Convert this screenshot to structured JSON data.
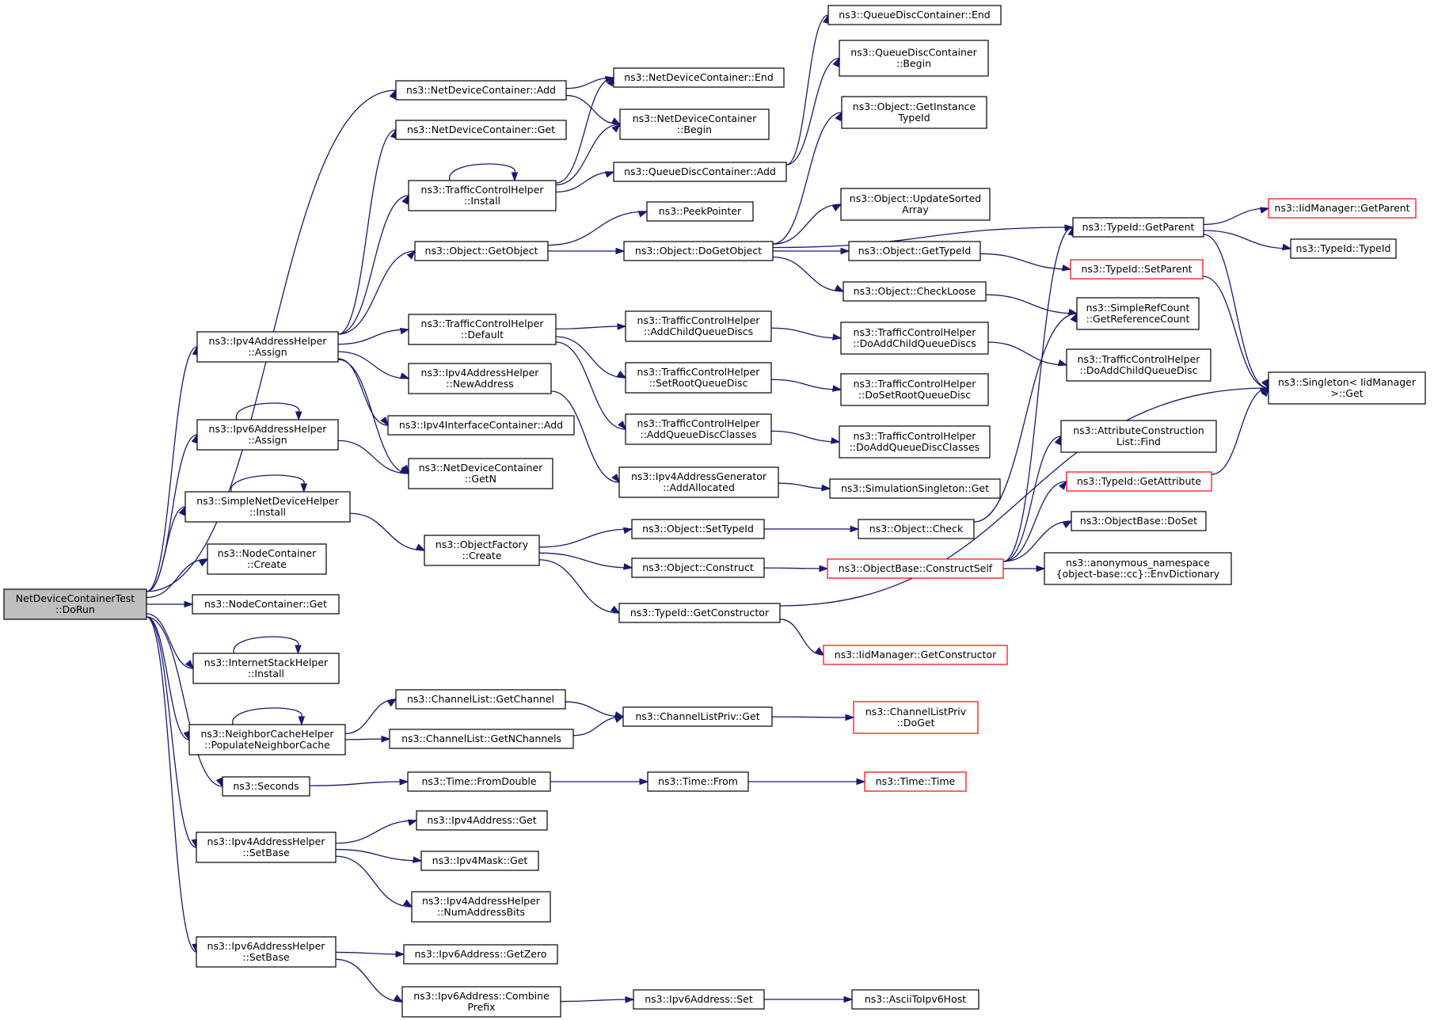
{
  "colors": {
    "edge": "#191970",
    "node_border": "#000000",
    "truncated_border": "#ff0000",
    "root_fill": "#bfbfbf"
  },
  "nodes": [
    {
      "id": "root",
      "lines": [
        "NetDeviceContainerTest",
        "::DoRun"
      ],
      "style": "root"
    },
    {
      "id": "ndc_add",
      "lines": [
        "ns3::NetDeviceContainer::Add"
      ]
    },
    {
      "id": "ndc_get",
      "lines": [
        "ns3::NetDeviceContainer::Get"
      ]
    },
    {
      "id": "tch_install",
      "lines": [
        "ns3::TrafficControlHelper",
        "::Install"
      ]
    },
    {
      "id": "obj_getobject",
      "lines": [
        "ns3::Object::GetObject"
      ]
    },
    {
      "id": "ipv4ah_assign",
      "lines": [
        "ns3::Ipv4AddressHelper",
        "::Assign"
      ]
    },
    {
      "id": "tch_default",
      "lines": [
        "ns3::TrafficControlHelper",
        "::Default"
      ]
    },
    {
      "id": "ipv4ah_newaddr",
      "lines": [
        "ns3::Ipv4AddressHelper",
        "::NewAddress"
      ]
    },
    {
      "id": "ipv4ic_add",
      "lines": [
        "ns3::Ipv4InterfaceContainer::Add"
      ]
    },
    {
      "id": "ipv6ah_assign",
      "lines": [
        "ns3::Ipv6AddressHelper",
        "::Assign"
      ]
    },
    {
      "id": "ndc_getn",
      "lines": [
        "ns3::NetDeviceContainer",
        "::GetN"
      ]
    },
    {
      "id": "sndh_install",
      "lines": [
        "ns3::SimpleNetDeviceHelper",
        "::Install"
      ]
    },
    {
      "id": "of_create",
      "lines": [
        "ns3::ObjectFactory",
        "::Create"
      ]
    },
    {
      "id": "nc_create",
      "lines": [
        "ns3::NodeContainer",
        "::Create"
      ]
    },
    {
      "id": "nc_get",
      "lines": [
        "ns3::NodeContainer::Get"
      ]
    },
    {
      "id": "ish_install",
      "lines": [
        "ns3::InternetStackHelper",
        "::Install"
      ]
    },
    {
      "id": "nch_populate",
      "lines": [
        "ns3::NeighborCacheHelper",
        "::PopulateNeighborCache"
      ]
    },
    {
      "id": "cl_getchannel",
      "lines": [
        "ns3::ChannelList::GetChannel"
      ]
    },
    {
      "id": "cl_getnchannels",
      "lines": [
        "ns3::ChannelList::GetNChannels"
      ]
    },
    {
      "id": "seconds",
      "lines": [
        "ns3::Seconds"
      ]
    },
    {
      "id": "time_fromdouble",
      "lines": [
        "ns3::Time::FromDouble"
      ]
    },
    {
      "id": "ipv4ah_setbase",
      "lines": [
        "ns3::Ipv4AddressHelper",
        "::SetBase"
      ]
    },
    {
      "id": "ipv4addr_get",
      "lines": [
        "ns3::Ipv4Address::Get"
      ]
    },
    {
      "id": "ipv4mask_get",
      "lines": [
        "ns3::Ipv4Mask::Get"
      ]
    },
    {
      "id": "ipv4ah_numbits",
      "lines": [
        "ns3::Ipv4AddressHelper",
        "::NumAddressBits"
      ]
    },
    {
      "id": "ipv6ah_setbase",
      "lines": [
        "ns3::Ipv6AddressHelper",
        "::SetBase"
      ]
    },
    {
      "id": "ipv6addr_getzero",
      "lines": [
        "ns3::Ipv6Address::GetZero"
      ]
    },
    {
      "id": "ipv6addr_combine",
      "lines": [
        "ns3::Ipv6Address::Combine",
        "Prefix"
      ]
    },
    {
      "id": "ndc_end",
      "lines": [
        "ns3::NetDeviceContainer::End"
      ]
    },
    {
      "id": "ndc_begin",
      "lines": [
        "ns3::NetDeviceContainer",
        "::Begin"
      ]
    },
    {
      "id": "qdc_add",
      "lines": [
        "ns3::QueueDiscContainer::Add"
      ]
    },
    {
      "id": "peekpointer",
      "lines": [
        "ns3::PeekPointer"
      ]
    },
    {
      "id": "obj_dogetobject",
      "lines": [
        "ns3::Object::DoGetObject"
      ]
    },
    {
      "id": "tch_addchildqd",
      "lines": [
        "ns3::TrafficControlHelper",
        "::AddChildQueueDiscs"
      ]
    },
    {
      "id": "tch_setrootqd",
      "lines": [
        "ns3::TrafficControlHelper",
        "::SetRootQueueDisc"
      ]
    },
    {
      "id": "tch_addqdclasses",
      "lines": [
        "ns3::TrafficControlHelper",
        "::AddQueueDiscClasses"
      ]
    },
    {
      "id": "ipv4ag_addalloc",
      "lines": [
        "ns3::Ipv4AddressGenerator",
        "::AddAllocated"
      ]
    },
    {
      "id": "obj_settypeid",
      "lines": [
        "ns3::Object::SetTypeId"
      ]
    },
    {
      "id": "obj_construct",
      "lines": [
        "ns3::Object::Construct"
      ]
    },
    {
      "id": "typeid_getctor",
      "lines": [
        "ns3::TypeId::GetConstructor"
      ]
    },
    {
      "id": "clp_get",
      "lines": [
        "ns3::ChannelListPriv::Get"
      ]
    },
    {
      "id": "time_from",
      "lines": [
        "ns3::Time::From"
      ]
    },
    {
      "id": "ipv6addr_set",
      "lines": [
        "ns3::Ipv6Address::Set"
      ]
    },
    {
      "id": "qdc_end",
      "lines": [
        "ns3::QueueDiscContainer::End"
      ]
    },
    {
      "id": "qdc_begin",
      "lines": [
        "ns3::QueueDiscContainer",
        "::Begin"
      ]
    },
    {
      "id": "obj_getinstancetypeid",
      "lines": [
        "ns3::Object::GetInstance",
        "TypeId"
      ]
    },
    {
      "id": "obj_updatesorted",
      "lines": [
        "ns3::Object::UpdateSorted",
        "Array"
      ]
    },
    {
      "id": "obj_gettypeid",
      "lines": [
        "ns3::Object::GetTypeId"
      ]
    },
    {
      "id": "obj_checkloose",
      "lines": [
        "ns3::Object::CheckLoose"
      ]
    },
    {
      "id": "tch_doaddchildqds",
      "lines": [
        "ns3::TrafficControlHelper",
        "::DoAddChildQueueDiscs"
      ]
    },
    {
      "id": "tch_dosetrootqd",
      "lines": [
        "ns3::TrafficControlHelper",
        "::DoSetRootQueueDisc"
      ]
    },
    {
      "id": "tch_doaddqdclasses",
      "lines": [
        "ns3::TrafficControlHelper",
        "::DoAddQueueDiscClasses"
      ]
    },
    {
      "id": "simsingleton_get",
      "lines": [
        "ns3::SimulationSingleton::Get"
      ]
    },
    {
      "id": "obj_check",
      "lines": [
        "ns3::Object::Check"
      ]
    },
    {
      "id": "objbase_constructself",
      "lines": [
        "ns3::ObjectBase::ConstructSelf"
      ],
      "style": "red"
    },
    {
      "id": "iidm_getctor",
      "lines": [
        "ns3::IidManager::GetConstructor"
      ],
      "style": "red"
    },
    {
      "id": "clp_doget",
      "lines": [
        "ns3::ChannelListPriv",
        "::DoGet"
      ],
      "style": "red"
    },
    {
      "id": "time_time",
      "lines": [
        "ns3::Time::Time"
      ],
      "style": "red"
    },
    {
      "id": "asciitoipv6host",
      "lines": [
        "ns3::AsciiToIpv6Host"
      ]
    },
    {
      "id": "typeid_getparent",
      "lines": [
        "ns3::TypeId::GetParent"
      ]
    },
    {
      "id": "typeid_setparent",
      "lines": [
        "ns3::TypeId::SetParent"
      ],
      "style": "red"
    },
    {
      "id": "src_getrefcount",
      "lines": [
        "ns3::SimpleRefCount",
        "::GetReferenceCount"
      ]
    },
    {
      "id": "tch_doaddchildqd",
      "lines": [
        "ns3::TrafficControlHelper",
        "::DoAddChildQueueDisc"
      ]
    },
    {
      "id": "acl_find",
      "lines": [
        "ns3::AttributeConstruction",
        "List::Find"
      ]
    },
    {
      "id": "typeid_getattribute",
      "lines": [
        "ns3::TypeId::GetAttribute"
      ],
      "style": "red"
    },
    {
      "id": "objbase_doset",
      "lines": [
        "ns3::ObjectBase::DoSet"
      ]
    },
    {
      "id": "anon_envdict",
      "lines": [
        "ns3::anonymous_namespace",
        "{object-base::cc}::EnvDictionary"
      ]
    },
    {
      "id": "iidm_getparent",
      "lines": [
        "ns3::IidManager::GetParent"
      ],
      "style": "red"
    },
    {
      "id": "typeid_typeid",
      "lines": [
        "ns3::TypeId::TypeId"
      ]
    },
    {
      "id": "singleton_get",
      "lines": [
        "ns3::Singleton< IidManager",
        ">::Get"
      ]
    }
  ],
  "edges": [
    [
      "root",
      "ndc_add"
    ],
    [
      "root",
      "ipv4ah_assign"
    ],
    [
      "root",
      "ipv6ah_assign"
    ],
    [
      "root",
      "sndh_install"
    ],
    [
      "root",
      "nc_create"
    ],
    [
      "root",
      "nc_get"
    ],
    [
      "root",
      "ish_install"
    ],
    [
      "root",
      "nch_populate"
    ],
    [
      "root",
      "seconds"
    ],
    [
      "root",
      "ipv4ah_setbase"
    ],
    [
      "root",
      "ipv6ah_setbase"
    ],
    [
      "ndc_add",
      "ndc_end"
    ],
    [
      "ndc_add",
      "ndc_begin"
    ],
    [
      "tch_install",
      "tch_install"
    ],
    [
      "tch_install",
      "ndc_end"
    ],
    [
      "tch_install",
      "ndc_begin"
    ],
    [
      "tch_install",
      "qdc_add"
    ],
    [
      "qdc_add",
      "qdc_end"
    ],
    [
      "qdc_add",
      "qdc_begin"
    ],
    [
      "obj_getobject",
      "peekpointer"
    ],
    [
      "obj_getobject",
      "obj_dogetobject"
    ],
    [
      "obj_dogetobject",
      "obj_getinstancetypeid"
    ],
    [
      "obj_dogetobject",
      "typeid_getparent"
    ],
    [
      "obj_dogetobject",
      "obj_updatesorted"
    ],
    [
      "obj_dogetobject",
      "obj_gettypeid"
    ],
    [
      "obj_dogetobject",
      "obj_checkloose"
    ],
    [
      "ipv4ah_assign",
      "ndc_get"
    ],
    [
      "ipv4ah_assign",
      "tch_install"
    ],
    [
      "ipv4ah_assign",
      "obj_getobject"
    ],
    [
      "ipv4ah_assign",
      "tch_default"
    ],
    [
      "ipv4ah_assign",
      "ipv4ah_newaddr"
    ],
    [
      "ipv4ah_assign",
      "ipv4ic_add"
    ],
    [
      "ipv4ah_assign",
      "ndc_getn"
    ],
    [
      "tch_default",
      "tch_addchildqd"
    ],
    [
      "tch_default",
      "tch_setrootqd"
    ],
    [
      "tch_default",
      "tch_addqdclasses"
    ],
    [
      "tch_addchildqd",
      "tch_doaddchildqds"
    ],
    [
      "tch_setrootqd",
      "tch_dosetrootqd"
    ],
    [
      "tch_addqdclasses",
      "tch_doaddqdclasses"
    ],
    [
      "tch_doaddchildqds",
      "tch_doaddchildqd"
    ],
    [
      "ipv4ah_newaddr",
      "ipv4ag_addalloc"
    ],
    [
      "ipv4ag_addalloc",
      "simsingleton_get"
    ],
    [
      "ipv6ah_assign",
      "ipv6ah_assign"
    ],
    [
      "ipv6ah_assign",
      "ndc_getn"
    ],
    [
      "sndh_install",
      "sndh_install"
    ],
    [
      "sndh_install",
      "of_create"
    ],
    [
      "of_create",
      "obj_settypeid"
    ],
    [
      "of_create",
      "obj_construct"
    ],
    [
      "of_create",
      "typeid_getctor"
    ],
    [
      "obj_settypeid",
      "obj_check"
    ],
    [
      "obj_check",
      "src_getrefcount"
    ],
    [
      "obj_construct",
      "objbase_constructself"
    ],
    [
      "objbase_constructself",
      "typeid_getparent"
    ],
    [
      "objbase_constructself",
      "acl_find"
    ],
    [
      "objbase_constructself",
      "typeid_getattribute"
    ],
    [
      "objbase_constructself",
      "objbase_doset"
    ],
    [
      "objbase_constructself",
      "anon_envdict"
    ],
    [
      "typeid_getctor",
      "iidm_getctor"
    ],
    [
      "typeid_getctor",
      "singleton_get"
    ],
    [
      "obj_gettypeid",
      "typeid_setparent"
    ],
    [
      "obj_checkloose",
      "src_getrefcount"
    ],
    [
      "typeid_getparent",
      "iidm_getparent"
    ],
    [
      "typeid_getparent",
      "typeid_typeid"
    ],
    [
      "typeid_getparent",
      "singleton_get"
    ],
    [
      "typeid_setparent",
      "singleton_get"
    ],
    [
      "typeid_getattribute",
      "singleton_get"
    ],
    [
      "ish_install",
      "ish_install"
    ],
    [
      "nch_populate",
      "nch_populate"
    ],
    [
      "nch_populate",
      "cl_getchannel"
    ],
    [
      "nch_populate",
      "cl_getnchannels"
    ],
    [
      "cl_getchannel",
      "clp_get"
    ],
    [
      "cl_getnchannels",
      "clp_get"
    ],
    [
      "clp_get",
      "clp_doget"
    ],
    [
      "seconds",
      "time_fromdouble"
    ],
    [
      "time_fromdouble",
      "time_from"
    ],
    [
      "time_from",
      "time_time"
    ],
    [
      "ipv4ah_setbase",
      "ipv4addr_get"
    ],
    [
      "ipv4ah_setbase",
      "ipv4mask_get"
    ],
    [
      "ipv4ah_setbase",
      "ipv4ah_numbits"
    ],
    [
      "ipv6ah_setbase",
      "ipv6addr_getzero"
    ],
    [
      "ipv6ah_setbase",
      "ipv6addr_combine"
    ],
    [
      "ipv6addr_combine",
      "ipv6addr_set"
    ],
    [
      "ipv6addr_set",
      "asciitoipv6host"
    ]
  ]
}
